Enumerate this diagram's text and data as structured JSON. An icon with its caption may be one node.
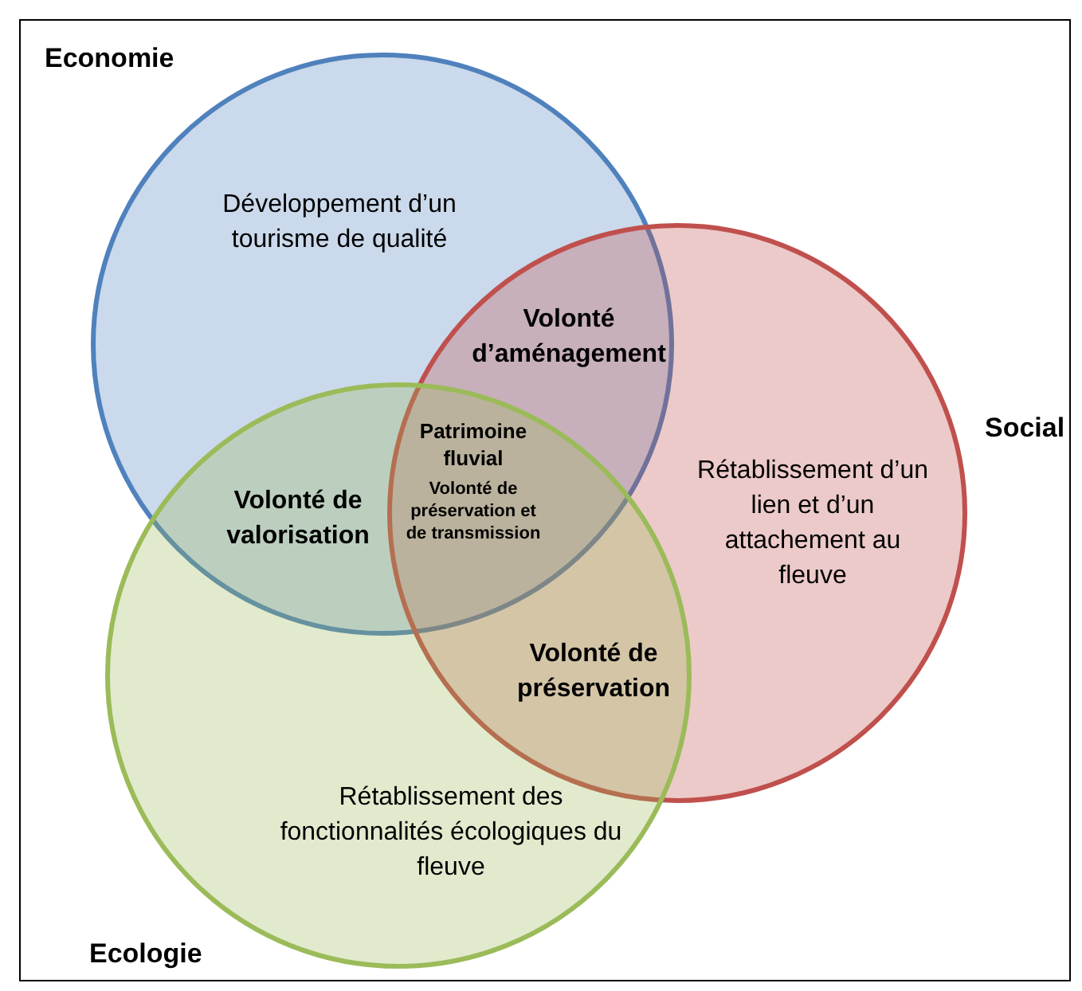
{
  "diagram": {
    "nodes": [
      {
        "text": [
          "Economie",
          "Développement d’un tourisme de qualité"
        ]
      },
      {
        "text": [
          "Social",
          "Rétablissement d’un lien et d’un attachement au fleuve"
        ]
      },
      {
        "text": [
          "Ecologie",
          "Rétablissement des fonctionnalités écologiques du fleuve"
        ]
      }
    ],
    "labels": [
      "Volonté d’aménagement",
      "Patrimoine fluvial",
      "Volonté de valorisation",
      "Volonté de préservation et de transmission",
      "Volonté de préservation"
    ]
  }
}
